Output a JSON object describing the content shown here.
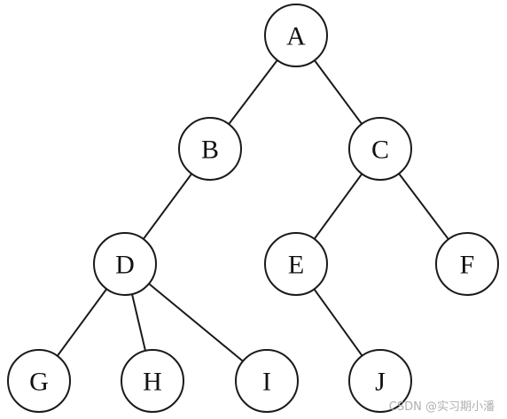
{
  "tree": {
    "nodes": [
      {
        "id": "A",
        "label": "A"
      },
      {
        "id": "B",
        "label": "B"
      },
      {
        "id": "C",
        "label": "C"
      },
      {
        "id": "D",
        "label": "D"
      },
      {
        "id": "E",
        "label": "E"
      },
      {
        "id": "F",
        "label": "F"
      },
      {
        "id": "G",
        "label": "G"
      },
      {
        "id": "H",
        "label": "H"
      },
      {
        "id": "I",
        "label": "I"
      },
      {
        "id": "J",
        "label": "J"
      }
    ],
    "edges": [
      [
        "A",
        "B"
      ],
      [
        "A",
        "C"
      ],
      [
        "B",
        "D"
      ],
      [
        "C",
        "E"
      ],
      [
        "C",
        "F"
      ],
      [
        "D",
        "G"
      ],
      [
        "D",
        "H"
      ],
      [
        "D",
        "I"
      ],
      [
        "E",
        "J"
      ]
    ]
  },
  "watermark": "CSDN @实习期小潘"
}
